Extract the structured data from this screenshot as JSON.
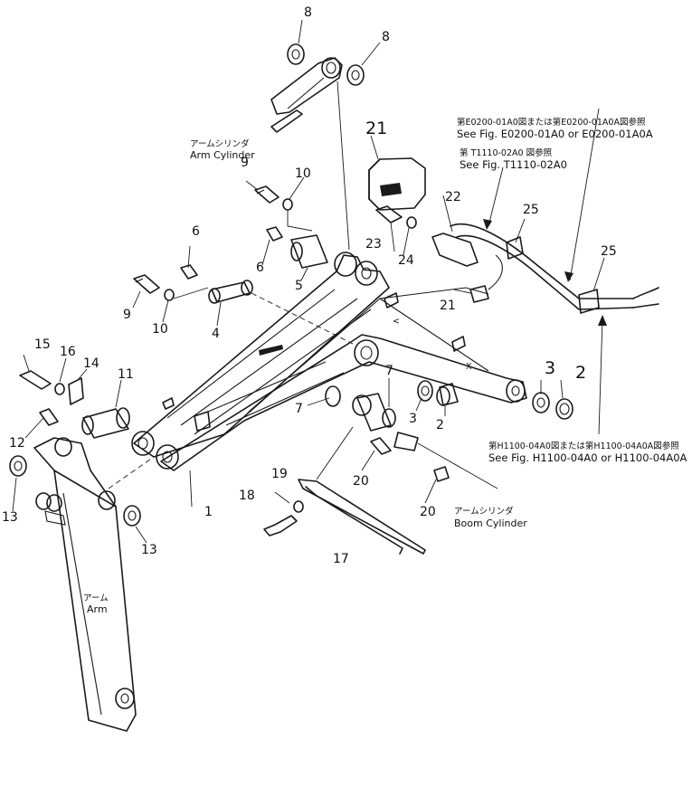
{
  "callouts": {
    "n1": "1",
    "n2a": "2",
    "n2b": "2",
    "n3a": "3",
    "n3b": "3",
    "n4": "4",
    "n5": "5",
    "n6a": "6",
    "n6b": "6",
    "n7a": "7",
    "n7b": "7",
    "n8a": "8",
    "n8b": "8",
    "n9a": "9",
    "n9b": "9",
    "n10a": "10",
    "n10b": "10",
    "n11": "11",
    "n12": "12",
    "n13a": "13",
    "n13b": "13",
    "n14": "14",
    "n15": "15",
    "n16": "16",
    "n17": "17",
    "n18": "18",
    "n19": "19",
    "n20a": "20",
    "n20b": "20",
    "n21a": "21",
    "n21b": "21",
    "n22": "22",
    "n23": "23",
    "n24": "24",
    "n25a": "25",
    "n25b": "25"
  },
  "labels": {
    "arm_cyl_jp": "アームシリンダ",
    "arm_cyl_en": "Arm Cylinder",
    "boom_cyl_jp": "アームシリンダ",
    "boom_cyl_en": "Boom Cylinder",
    "arm_jp": "アーム",
    "arm_en": "Arm"
  },
  "references": {
    "ref1_jp": "第E0200-01A0図または第E0200-01A0A図参照",
    "ref1_en": "See Fig. E0200-01A0 or E0200-01A0A",
    "ref2_jp": "第 T1110-02A0 図参照",
    "ref2_en": "See Fig. T1110-02A0",
    "ref3_jp": "第H1100-04A0図または第H1100-04A0A図参照",
    "ref3_en": "See Fig. H1100-04A0 or H1100-04A0A"
  }
}
